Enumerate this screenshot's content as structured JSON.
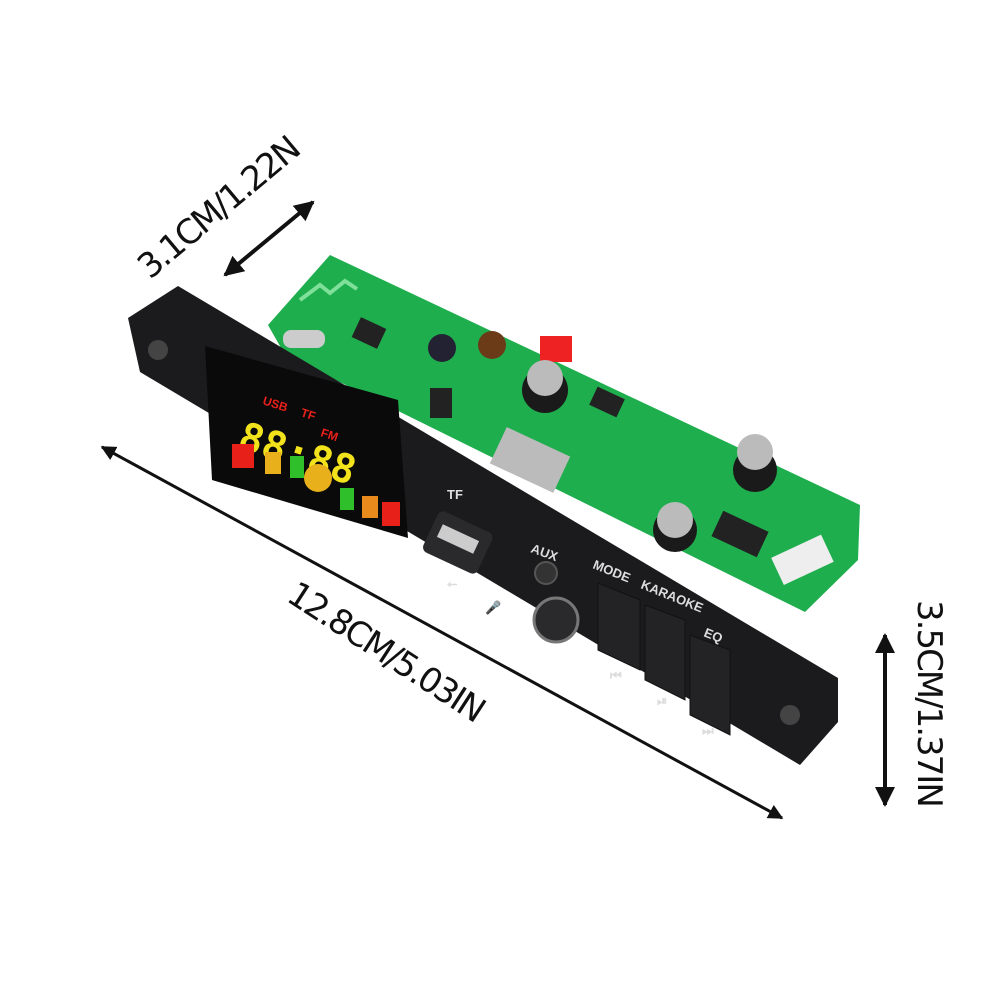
{
  "dimensions": {
    "depth": "3.1CM/1.22N",
    "length": "12.8CM/5.03IN",
    "height": "3.5CM/1.37IN"
  },
  "panel_labels": {
    "tf": "TF",
    "aux": "AUX",
    "mode": "MODE",
    "karaoke": "KARAOKE",
    "eq": "EQ"
  },
  "display": {
    "indicators": [
      "USB",
      "TF",
      "FM"
    ],
    "digits": "88:88"
  },
  "colors": {
    "pcb": "#1fae4e",
    "panel": "#1b1b1d",
    "display_yellow": "#f2e21c",
    "display_red": "#e8201a",
    "display_green": "#2fbf2a"
  }
}
